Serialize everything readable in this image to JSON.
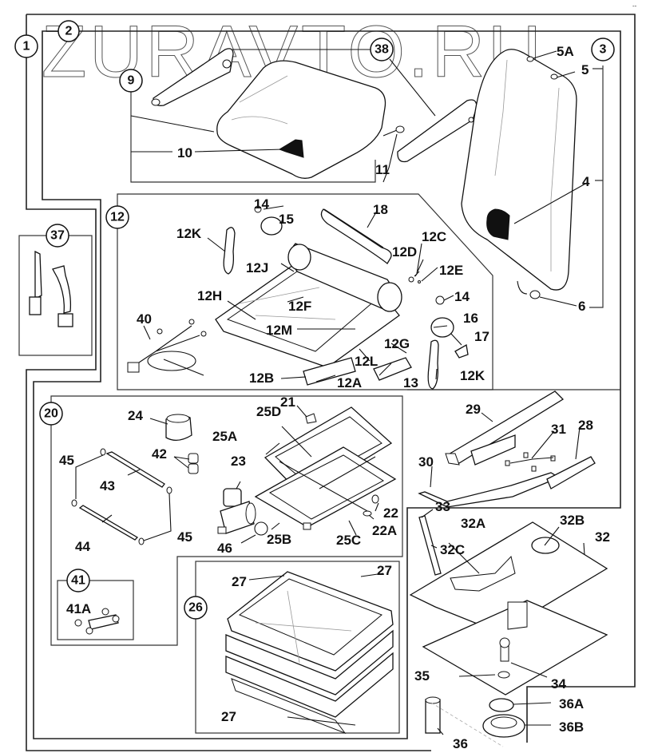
{
  "watermark": "ZURAVTO.RU",
  "corner_mark": "-- ",
  "callouts": {
    "c1": "1",
    "c2": "2",
    "c3": "3",
    "c9": "9",
    "c12": "12",
    "c20": "20",
    "c26": "26",
    "c37": "37",
    "c38": "38",
    "c41": "41"
  },
  "labels": {
    "l4": "4",
    "l5": "5",
    "l5A": "5A",
    "l6": "6",
    "l10": "10",
    "l11": "11",
    "l12A": "12A",
    "l12B": "12B",
    "l12C": "12C",
    "l12D": "12D",
    "l12E": "12E",
    "l12F": "12F",
    "l12G": "12G",
    "l12H": "12H",
    "l12J": "12J",
    "l12K_left": "12K",
    "l12K_right": "12K",
    "l12L": "12L",
    "l12M": "12M",
    "l13": "13",
    "l14_top": "14",
    "l14_right": "14",
    "l15": "15",
    "l16": "16",
    "l17": "17",
    "l18": "18",
    "l21": "21",
    "l22": "22",
    "l22A": "22A",
    "l23": "23",
    "l24": "24",
    "l25A": "25A",
    "l25B": "25B",
    "l25C": "25C",
    "l25D": "25D",
    "l27_a": "27",
    "l27_b": "27",
    "l27_c": "27",
    "l28": "28",
    "l29": "29",
    "l30": "30",
    "l31": "31",
    "l32": "32",
    "l32A": "32A",
    "l32B": "32B",
    "l32C": "32C",
    "l33": "33",
    "l34": "34",
    "l35": "35",
    "l36": "36",
    "l36A": "36A",
    "l36B": "36B",
    "l40": "40",
    "l41A": "41A",
    "l42": "42",
    "l43": "43",
    "l44": "44",
    "l45_left": "45",
    "l45_right": "45",
    "l46": "46"
  }
}
